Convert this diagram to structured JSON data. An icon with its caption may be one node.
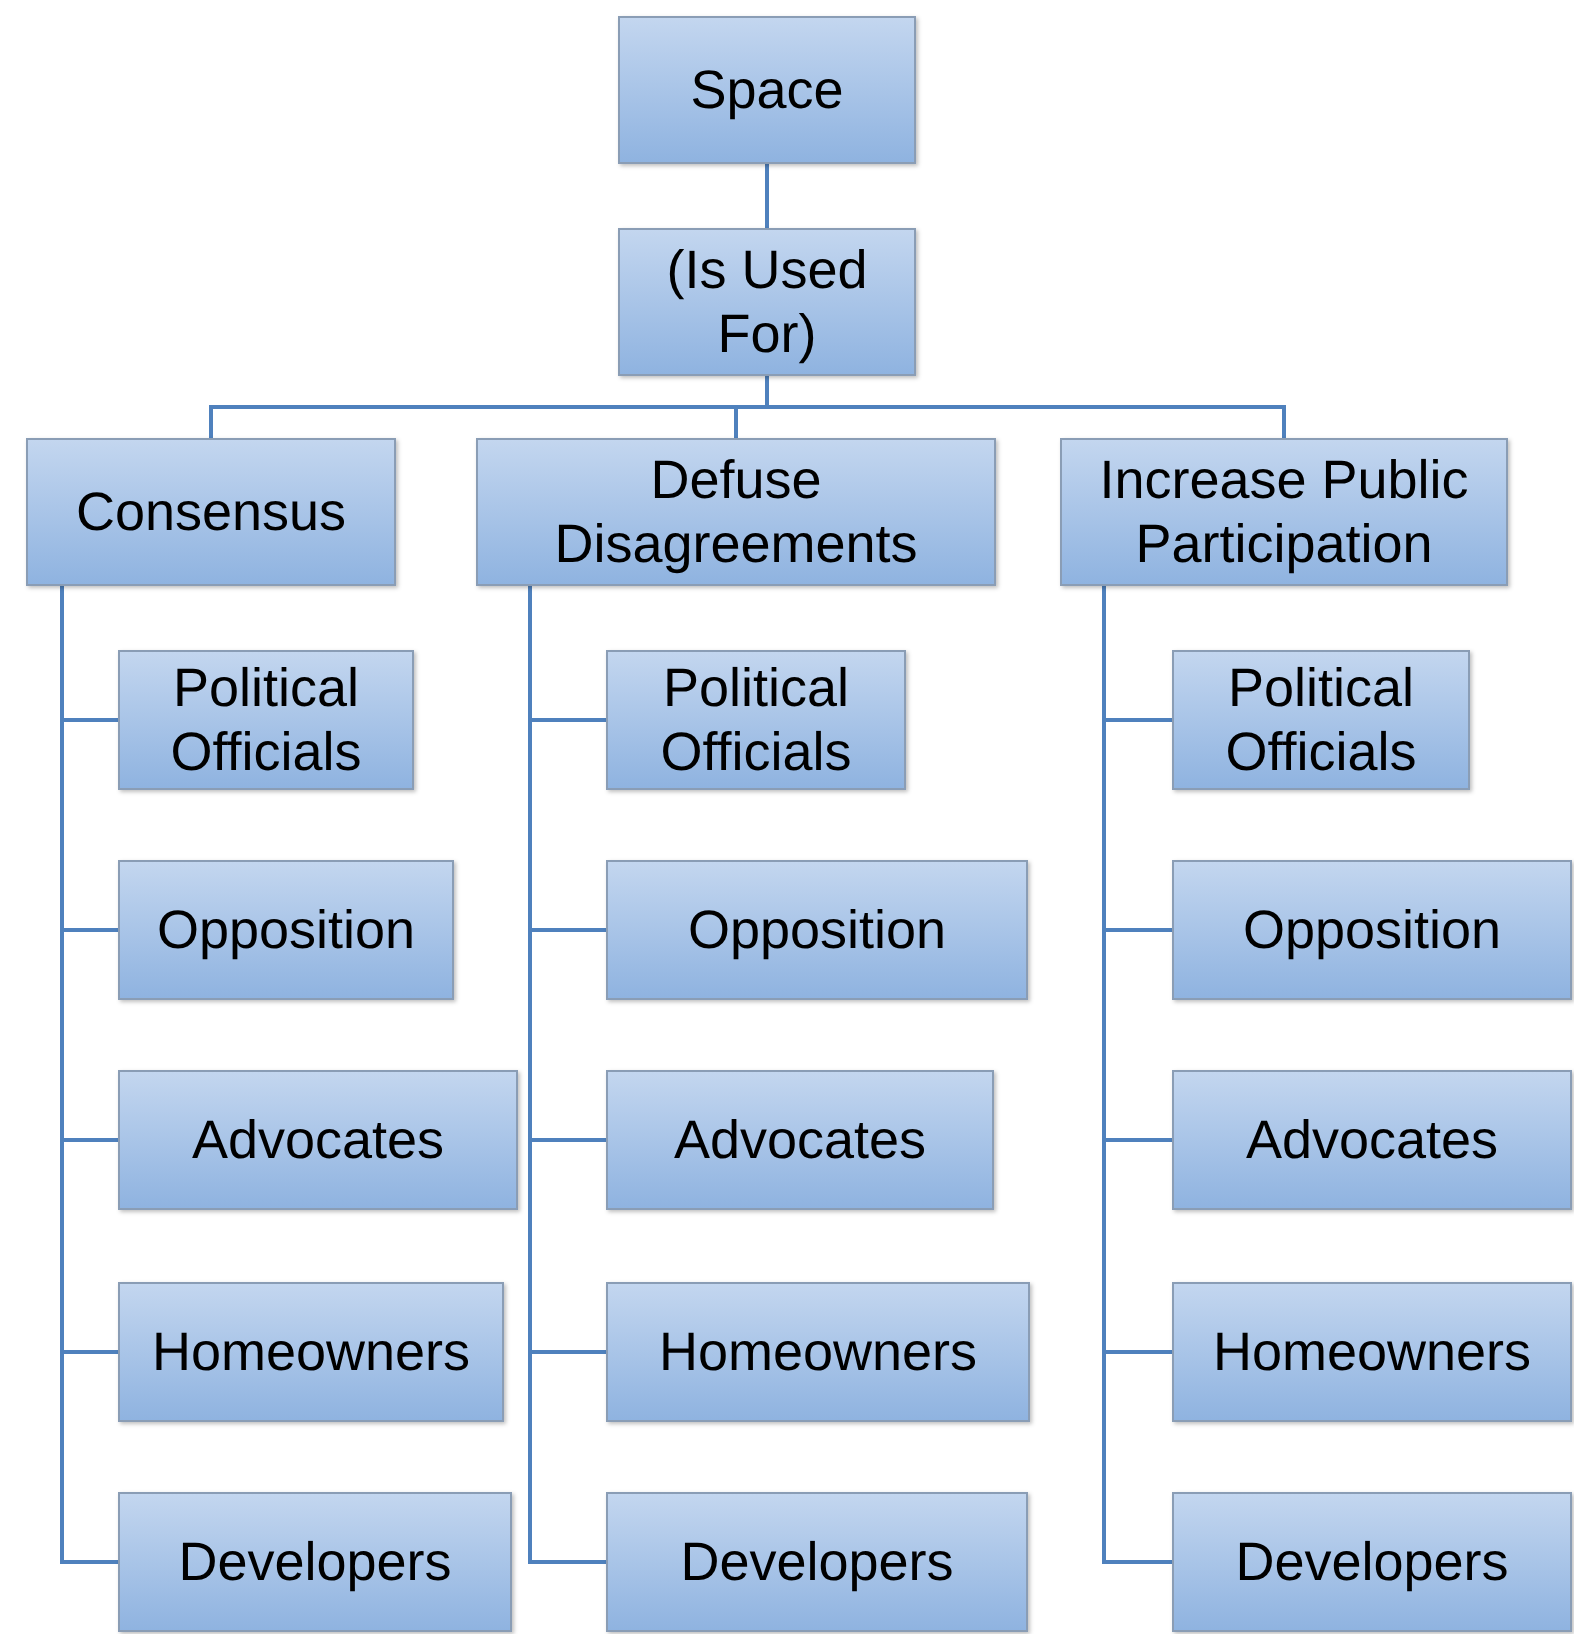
{
  "diagram": {
    "nodes": [
      {
        "text": [
          "Space"
        ]
      },
      {
        "text": [
          "(Is Used For)"
        ]
      },
      {
        "text": [
          "Consensus"
        ]
      },
      {
        "text": [
          "Defuse Disagreements"
        ]
      },
      {
        "text": [
          "Increase Public Participation"
        ]
      },
      {
        "text": [
          "Political Officials"
        ]
      },
      {
        "text": [
          "Opposition"
        ]
      },
      {
        "text": [
          "Advocates"
        ]
      },
      {
        "text": [
          "Homeowners"
        ]
      },
      {
        "text": [
          "Developers"
        ]
      },
      {
        "text": [
          "Political Officials"
        ]
      },
      {
        "text": [
          "Opposition"
        ]
      },
      {
        "text": [
          "Advocates"
        ]
      },
      {
        "text": [
          "Homeowners"
        ]
      },
      {
        "text": [
          "Developers"
        ]
      },
      {
        "text": [
          "Political Officials"
        ]
      },
      {
        "text": [
          "Opposition"
        ]
      },
      {
        "text": [
          "Advocates"
        ]
      },
      {
        "text": [
          "Homeowners"
        ]
      },
      {
        "text": [
          "Developers"
        ]
      }
    ],
    "edges": [
      {
        "from": 0,
        "to": 1,
        "arrow": "none"
      },
      {
        "from": 1,
        "to": 2,
        "arrow": "none"
      },
      {
        "from": 1,
        "to": 3,
        "arrow": "none"
      },
      {
        "from": 1,
        "to": 4,
        "arrow": "none"
      },
      {
        "from": 2,
        "to": 5,
        "arrow": "none"
      },
      {
        "from": 2,
        "to": 6,
        "arrow": "none"
      },
      {
        "from": 2,
        "to": 7,
        "arrow": "none"
      },
      {
        "from": 2,
        "to": 8,
        "arrow": "none"
      },
      {
        "from": 2,
        "to": 9,
        "arrow": "none"
      },
      {
        "from": 3,
        "to": 10,
        "arrow": "none"
      },
      {
        "from": 3,
        "to": 11,
        "arrow": "none"
      },
      {
        "from": 3,
        "to": 12,
        "arrow": "none"
      },
      {
        "from": 3,
        "to": 13,
        "arrow": "none"
      },
      {
        "from": 3,
        "to": 14,
        "arrow": "none"
      },
      {
        "from": 4,
        "to": 15,
        "arrow": "none"
      },
      {
        "from": 4,
        "to": 16,
        "arrow": "none"
      },
      {
        "from": 4,
        "to": 17,
        "arrow": "none"
      },
      {
        "from": 4,
        "to": 18,
        "arrow": "none"
      },
      {
        "from": 4,
        "to": 19,
        "arrow": "none"
      }
    ]
  }
}
